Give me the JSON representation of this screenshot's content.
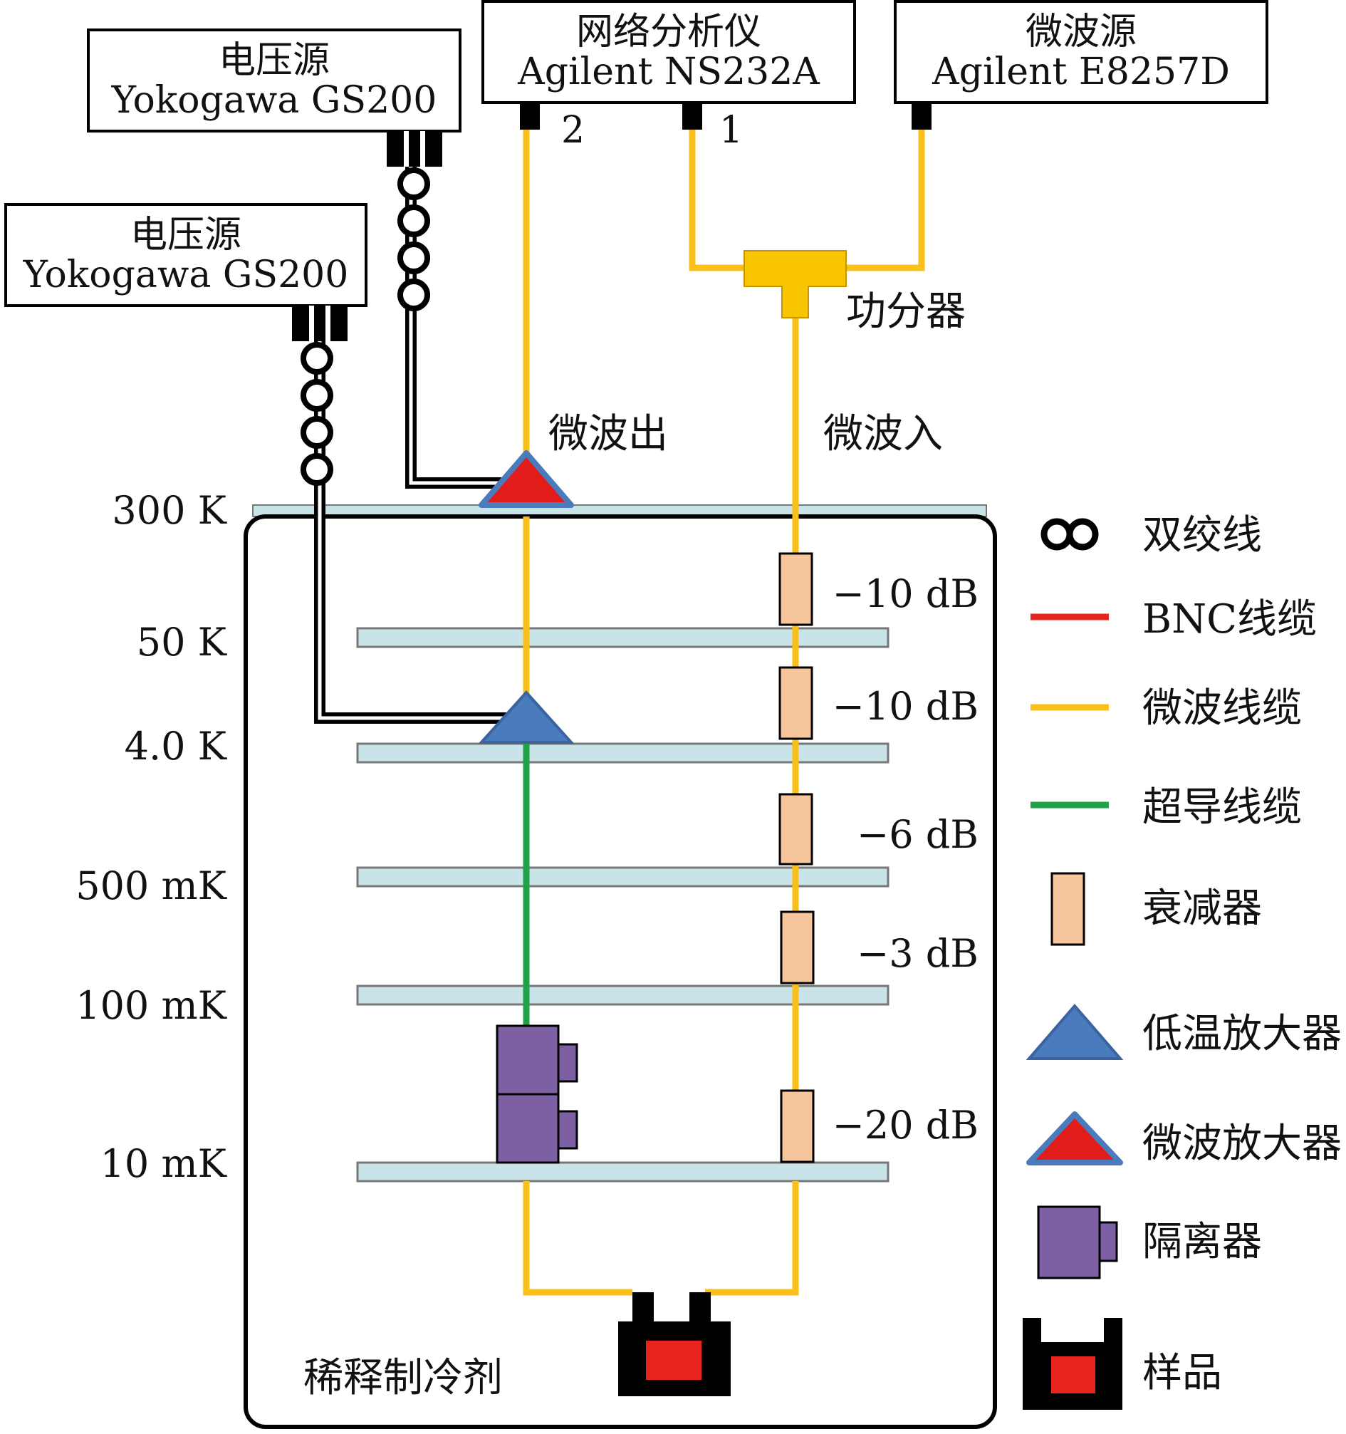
{
  "instruments": {
    "voltage_source_1": {
      "line1": "电压源",
      "line2": "Yokogawa GS200"
    },
    "voltage_source_2": {
      "line1": "电压源",
      "line2": "Yokogawa GS200"
    },
    "network_analyzer": {
      "line1": "网络分析仪",
      "line2": "Agilent NS232A",
      "port2": "2",
      "port1": "1"
    },
    "microwave_source": {
      "line1": "微波源",
      "line2": "Agilent E8257D"
    }
  },
  "labels": {
    "splitter": "功分器",
    "microwave_out": "微波出",
    "microwave_in": "微波入",
    "fridge": "稀释制冷剂"
  },
  "temperature_stages": [
    "300 K",
    "50 K",
    "4.0 K",
    "500 mK",
    "100 mK",
    "10 mK"
  ],
  "attenuators": [
    "−10 dB",
    "−10 dB",
    "−6 dB",
    "−3 dB",
    "−20 dB"
  ],
  "legend": {
    "twisted_pair": "双绞线",
    "bnc_cable": "BNC线缆",
    "microwave_cable": "微波线缆",
    "superconducting_cable": "超导线缆",
    "attenuator": "衰减器",
    "cryo_amplifier": "低温放大器",
    "microwave_amplifier": "微波放大器",
    "isolator": "隔离器",
    "sample": "样品"
  },
  "colors": {
    "microwave_cable": "#f9c01c",
    "bnc_cable": "#e8231e",
    "superconducting_cable": "#1fa24a",
    "attenuator": "#f7c59b",
    "cryo_amplifier": "#4a7bbd",
    "microwave_amplifier": "#e21b1b",
    "isolator": "#7d60a3",
    "plate": "#c9e4e9",
    "splitter": "#f9c400"
  }
}
